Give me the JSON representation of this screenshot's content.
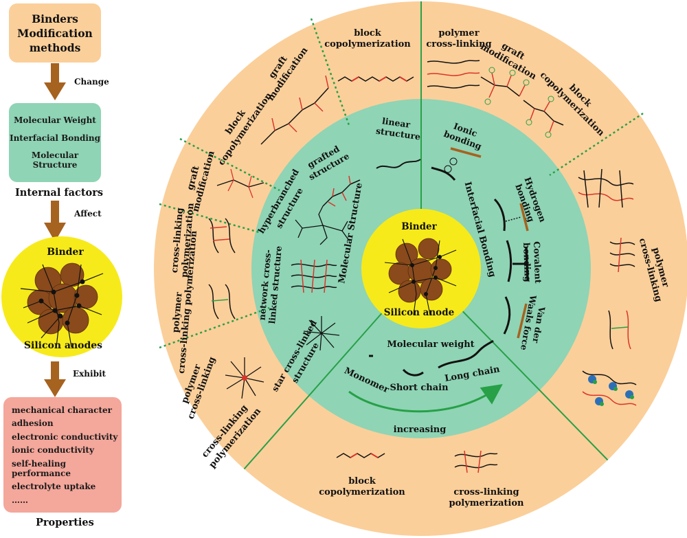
{
  "left": {
    "methods_title": [
      "Binders",
      "Modification",
      "methods"
    ],
    "arrow1_label": "Change",
    "internal_items": [
      "Molecular Weight",
      "Interfacial Bonding",
      "Molecular Structure"
    ],
    "internal_caption": "Internal factors",
    "arrow2_label": "Affect",
    "binder_label": "Binder",
    "anode_label": "Silicon anodes",
    "arrow3_label": "Exhibit",
    "properties": [
      "mechanical character",
      "adhesion",
      "electronic conductivity",
      "ionic conductivity",
      "self-healing performance",
      "electrolyte uptake",
      "……"
    ],
    "properties_caption": "Properties"
  },
  "center": {
    "binder_label": "Binder",
    "anode_label": "Silicon anode"
  },
  "inner_ring": {
    "molecular_structure_label": "Molecular Structure",
    "interfacial_bonding_label": "Interfacial Bonding",
    "molecular_weight_label": "Molecular weight",
    "structures": {
      "linear": [
        "linear",
        "structure"
      ],
      "grafted": [
        "grafted",
        "structure"
      ],
      "hyperbranched": [
        "hyperbranched",
        "structure"
      ],
      "network": [
        "network cross-",
        "linked structure"
      ],
      "star": [
        "star cross-linked",
        "structure"
      ]
    },
    "bondings": {
      "ionic": [
        "Ionic",
        "bonding"
      ],
      "hydrogen": [
        "Hydrogen",
        "bonding"
      ],
      "covalent": [
        "Covalent",
        "bonding"
      ],
      "vdw": [
        "Van der",
        "Waals force"
      ]
    },
    "weights": {
      "monomer": "Monomer",
      "short_chain": "Short chain",
      "long_chain": "Long chain",
      "increasing": "increasing"
    }
  },
  "outer_ring": {
    "ms_block_top": [
      "block",
      "copolymerization"
    ],
    "ms_graft": [
      "graft",
      "modification"
    ],
    "ms_block_side": [
      "block",
      "copolymerization"
    ],
    "ms_graft_left": [
      "graft",
      "modification"
    ],
    "ms_crosslink_left": [
      "cross-linking",
      "polymerization"
    ],
    "ms_polymer_crosslink": [
      "polymer",
      "cross-linking polymerization"
    ],
    "ms_star": [
      "polymer",
      "cross-linking"
    ],
    "ms_star2": [
      "cross-linking",
      "polymerization"
    ],
    "ib_polymer_crosslink": [
      "polymer",
      "cross-linking"
    ],
    "ib_graft": [
      "graft",
      "modification"
    ],
    "ib_block": [
      "block",
      "copolymerization"
    ],
    "ib_right": [
      "polymer",
      "cross-linking"
    ],
    "mw_block": [
      "block",
      "copolymerization"
    ],
    "mw_crosslink": [
      "cross-linking",
      "polymerization"
    ]
  },
  "colors": {
    "outer": "#fbcf9a",
    "inner": "#8fd4b5",
    "core": "#f7ea1a",
    "divider_solid": "#27a047",
    "divider_dotted": "#27a047",
    "arrow": "#a6621f",
    "particle": "#8a4a1c",
    "chain_red": "#d9342b"
  }
}
